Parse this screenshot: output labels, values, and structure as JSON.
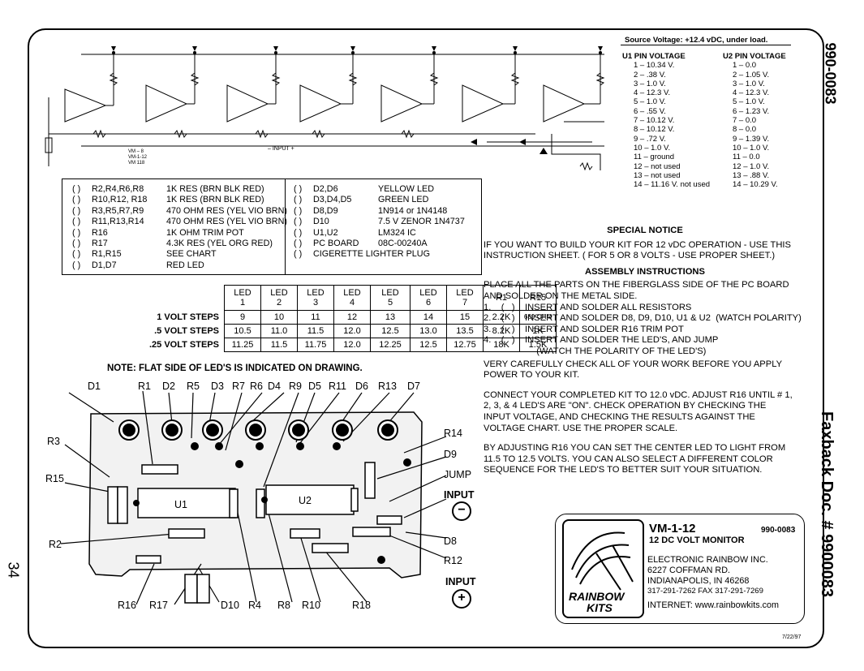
{
  "side": {
    "doc_number": "990-0083",
    "faxback": "Faxback Doc. # 9900083",
    "page_number": "34"
  },
  "voltage": {
    "title": "Source Voltage:  +12.4 vDC, under load.",
    "u1_header": "U1 PIN VOLTAGE",
    "u2_header": "U2 PIN VOLTAGE",
    "u1": [
      "1 – 10.34 V.",
      "2 –    .38 V.",
      "3 –   1.0 V.",
      "4 – 12.3 V.",
      "5 –   1.0 V.",
      "6 –    .55 V.",
      "7 – 10.12 V.",
      "8 – 10.12 V.",
      "9 –    .72 V.",
      "10 – 1.0 V.",
      "11 – ground",
      "12 – not used",
      "13 – not used",
      "14 – 11.16 V. not used"
    ],
    "u2": [
      "1 –   0.0",
      "2 –   1.05 V.",
      "3 –   1.0 V.",
      "4 – 12.3 V.",
      "5 –   1.0 V.",
      "6 –   1.23 V.",
      "7 –   0.0",
      "8 –   0.0",
      "9 –   1.39 V.",
      "10 – 1.0 V.",
      "11 – 0.0",
      "12 – 1.0 V.",
      "13 –    .88 V.",
      "14 – 10.29 V."
    ]
  },
  "parts_left": [
    {
      "ref": "R2,R4,R6,R8",
      "desc": "1K RES (BRN BLK RED)"
    },
    {
      "ref": "R10,R12, R18",
      "desc": "1K RES (BRN BLK RED)"
    },
    {
      "ref": "R3,R5,R7,R9",
      "desc": "470 OHM RES (YEL VIO BRN)"
    },
    {
      "ref": "R11,R13,R14",
      "desc": "470 OHM RES (YEL VIO BRN)"
    },
    {
      "ref": "R16",
      "desc": "1K OHM TRIM POT"
    },
    {
      "ref": "R17",
      "desc": "4.3K RES (YEL ORG RED)"
    },
    {
      "ref": "R1,R15",
      "desc": "SEE CHART"
    },
    {
      "ref": "D1,D7",
      "desc": "RED LED"
    }
  ],
  "parts_right": [
    {
      "ref": "D2,D6",
      "desc": "YELLOW LED"
    },
    {
      "ref": "D3,D4,D5",
      "desc": "GREEN LED"
    },
    {
      "ref": "D8,D9",
      "desc": "1N914 or 1N4148"
    },
    {
      "ref": "D10",
      "desc": "7.5 V ZENOR 1N4737"
    },
    {
      "ref": "U1,U2",
      "desc": "LM324 IC"
    },
    {
      "ref": "PC BOARD",
      "desc": "08C-00240A"
    },
    {
      "ref": "CIGERETTE LIGHTER PLUG",
      "desc": ""
    }
  ],
  "checkbox": "(   )",
  "led_table": {
    "headers": [
      "LED\n1",
      "LED\n2",
      "LED\n3",
      "LED\n4",
      "LED\n5",
      "LED\n6",
      "LED\n7",
      "R1",
      "R15"
    ],
    "rows": [
      {
        "label": "1 VOLT STEPS",
        "values": [
          "9",
          "10",
          "11",
          "12",
          "13",
          "14",
          "15",
          "2.2K",
          "680 OHM"
        ]
      },
      {
        "label": ".5 VOLT STEPS",
        "values": [
          "10.5",
          "11.0",
          "11.5",
          "12.0",
          "12.5",
          "13.0",
          "13.5",
          "8.2K",
          "1K"
        ]
      },
      {
        "label": ".25 VOLT STEPS",
        "values": [
          "11.25",
          "11.5",
          "11.75",
          "12.0",
          "12.25",
          "12.5",
          "12.75",
          "18K",
          "1.5K"
        ]
      }
    ]
  },
  "note": "NOTE: FLAT SIDE OF LED'S IS INDICATED ON DRAWING.",
  "special_notice": {
    "title": "SPECIAL NOTICE",
    "line1": "IF YOU WANT TO BUILD YOUR KIT FOR  12 vDC OPERATION - USE THIS",
    "line2": "INSTRUCTION SHEET.  ( FOR 5 OR 8 VOLTS - USE PROPER SHEET.)"
  },
  "assembly": {
    "title": "ASSEMBLY INSTRUCTIONS",
    "intro1": "PLACE ALL THE PARTS ON THE FIBERGLASS SIDE OF THE PC BOARD",
    "intro2": "AND SOLDER ON THE METAL SIDE.",
    "steps": [
      "1.    (   )    INSERT AND SOLDER ALL RESISTORS",
      "2.    (   )    INSERT AND SOLDER D8, D9, D10, U1 & U2  (WATCH POLARITY)",
      "3.    (   )    INSERT AND SOLDER R16 TRIM POT",
      "4.    (   )    INSERT AND SOLDER THE LED'S, AND JUMP",
      "                     (WATCH THE POLARITY OF THE LED'S)"
    ],
    "p1a": "VERY CAREFULLY CHECK ALL OF YOUR WORK  BEFORE YOU APPLY",
    "p1b": "POWER TO YOUR KIT.",
    "p2a": "CONNECT YOUR COMPLETED KIT TO 12.0 vDC.  ADJUST R16 UNTIL # 1,",
    "p2b": "2, 3, & 4 LED'S ARE \"ON\".  CHECK  OPERATION BY CHECKING THE",
    "p2c": "INPUT VOLTAGE, AND CHECKING THE RESULTS AGAINST THE",
    "p2d": "VOLTAGE CHART.  USE THE PROPER SCALE.",
    "p3a": "BY ADJUSTING R16 YOU CAN SET THE CENTER  LED TO LIGHT FROM",
    "p3b": "11.5 TO 12.5 VOLTS.  YOU CAN ALSO SELECT A DIFFERENT COLOR",
    "p3c": "SEQUENCE FOR THE LED'S  TO BETTER SUIT YOUR SITUATION."
  },
  "title_block": {
    "model": "VM-1-12",
    "part": "990-0083",
    "subtitle": "12 DC VOLT MONITOR",
    "company": "ELECTRONIC RAINBOW INC.",
    "address1": "6227 COFFMAN RD.",
    "address2": "INDIANAPOLIS, IN 46268",
    "phones": "317-291-7262   FAX 317-291-7269",
    "internet": "INTERNET: www.rainbowkits.com",
    "logo1": "RAINBOW",
    "logo2": "KITS",
    "date": "7/22/97"
  },
  "board_labels": {
    "top": [
      "D1",
      "R1",
      "D2",
      "R5",
      "D3",
      "R7",
      "R6",
      "D4",
      "R9",
      "D5",
      "R11",
      "D6",
      "R13",
      "D7"
    ],
    "left": [
      "R3",
      "R15",
      "R2",
      "R16",
      "R17"
    ],
    "right": [
      "R14",
      "D9",
      "JUMP",
      "INPUT",
      "D8",
      "R12",
      "INPUT"
    ],
    "bottom": [
      "D10",
      "R4",
      "R8",
      "R10",
      "R18"
    ],
    "chips": [
      "U1",
      "U2"
    ]
  },
  "schematic_labels": {
    "input": "– INPUT +",
    "vm": "VM – 8\nVM-1-12\nVM 118"
  }
}
